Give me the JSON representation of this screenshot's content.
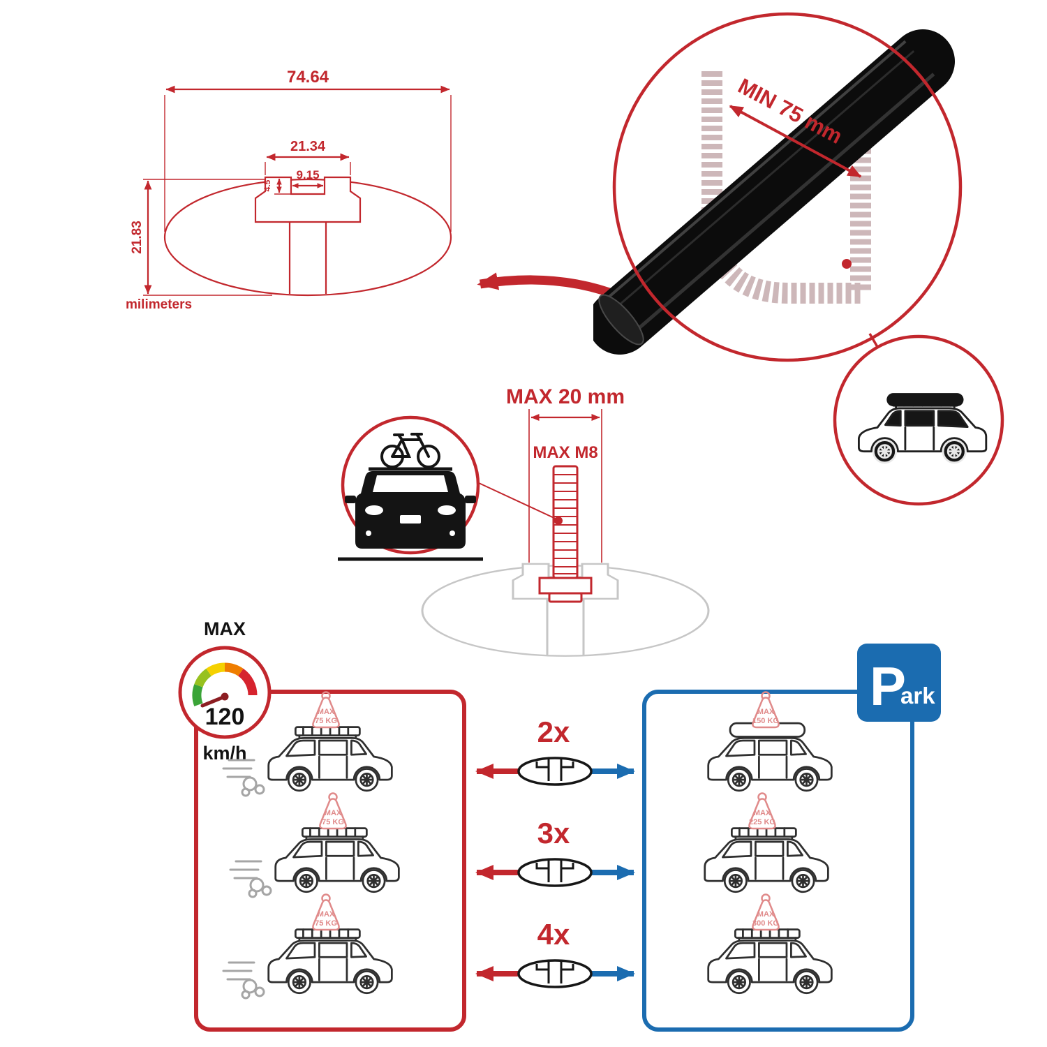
{
  "profile_dimensions": {
    "total_width": "74.64",
    "channel_width": "21.34",
    "slot_width": "9.15",
    "slot_depth": "4.5",
    "height": "21.83",
    "unit_label": "milimeters"
  },
  "crossbar_detail": {
    "min_span_label": "MIN 75 mm"
  },
  "bolt_detail": {
    "max_width_label": "MAX 20 mm",
    "max_thread_label": "MAX M8"
  },
  "speed_limit": {
    "title": "MAX",
    "value": "120",
    "unit": "km/h"
  },
  "left_panel": {
    "cars": [
      {
        "tag_title": "MAX",
        "tag_value": "75 KG"
      },
      {
        "tag_title": "MAX",
        "tag_value": "75 KG"
      },
      {
        "tag_title": "MAX",
        "tag_value": "75 KG"
      }
    ]
  },
  "right_panel": {
    "sign_letter": "P",
    "sign_rest": "ark",
    "cars": [
      {
        "tag_title": "MAX",
        "tag_value": "150 KG"
      },
      {
        "tag_title": "MAX",
        "tag_value": "225 KG"
      },
      {
        "tag_title": "MAX",
        "tag_value": "300 KG"
      }
    ]
  },
  "bar_counts": [
    {
      "label": "2x"
    },
    {
      "label": "3x"
    },
    {
      "label": "4x"
    }
  ],
  "colors": {
    "accent_red": "#c2272d",
    "accent_blue": "#1b6cb0",
    "tag_pink": "#e08a8a",
    "bar_black": "#0c0c0c",
    "gray_profile": "#c6c6c6"
  }
}
